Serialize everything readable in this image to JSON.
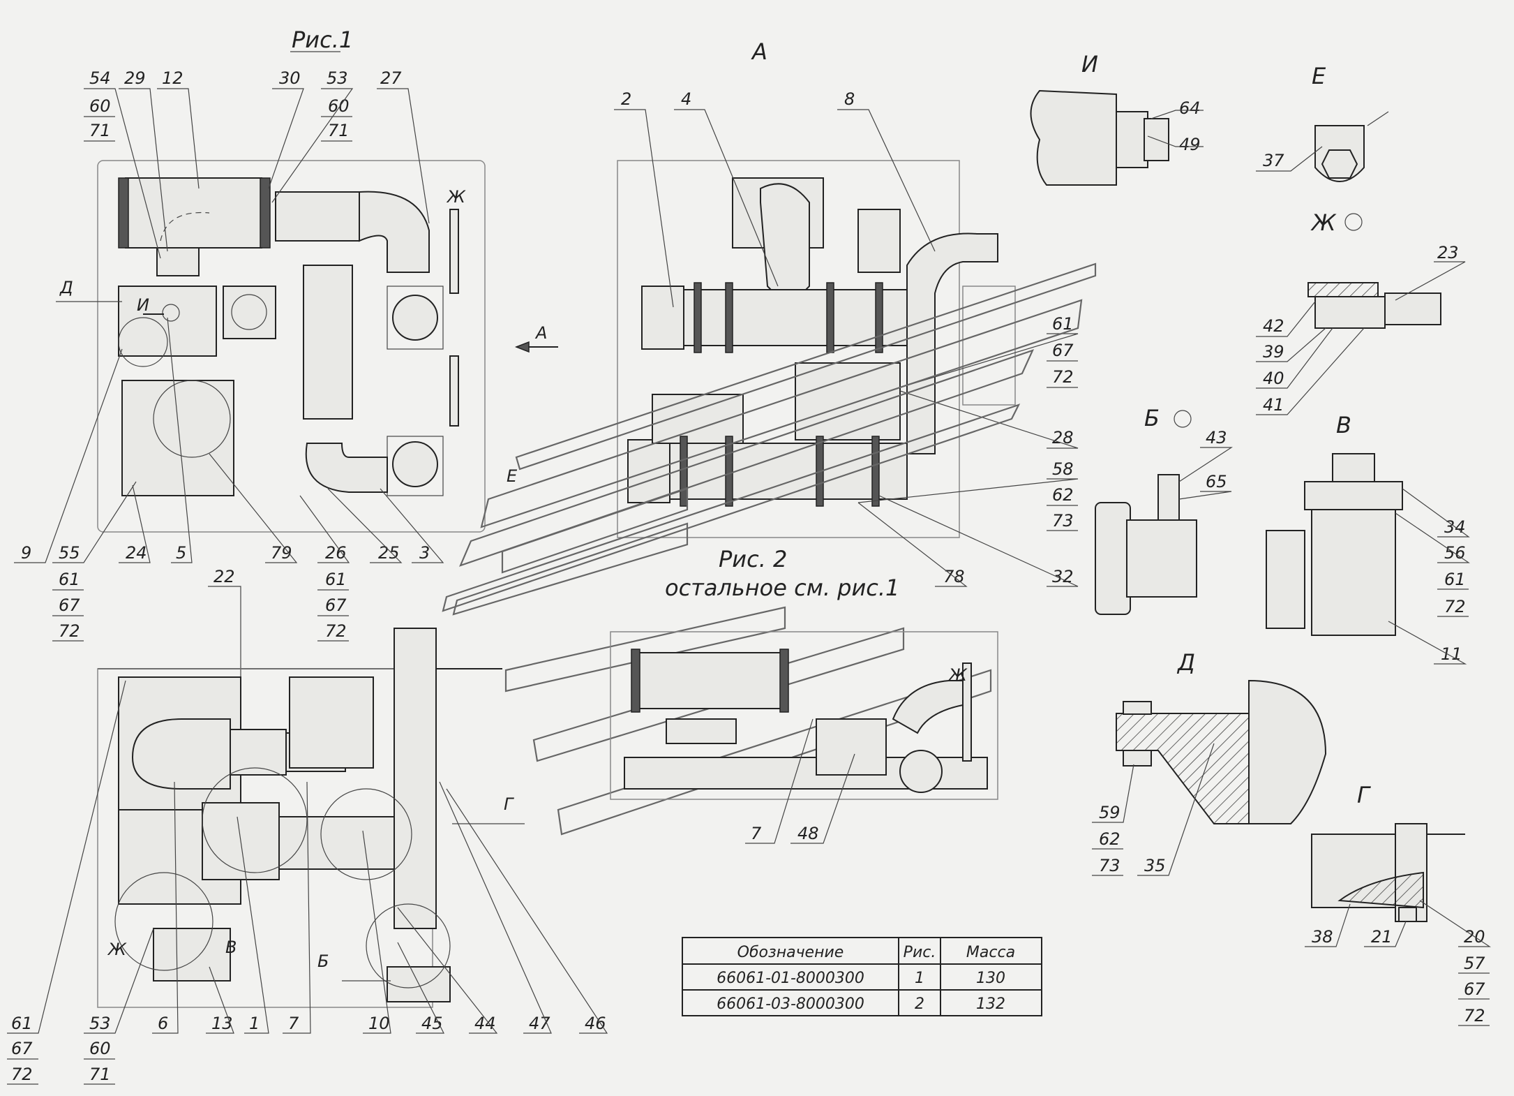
{
  "drawing": {
    "fig1_title": "Рис.1",
    "fig2_title": "Рис. 2",
    "fig2_note": "остальное см. рис.1",
    "view_labels": {
      "A": "А",
      "I": "И",
      "E": "Е",
      "Zh": "Ж",
      "B": "Б",
      "V": "В",
      "D": "Д",
      "G": "Г"
    },
    "arrow_label": "А",
    "view_marks": {
      "fig1_I": "И",
      "fig1_D": "Д",
      "fig1_E": "Е",
      "fig1_Zh": "Ж",
      "fig1_V": "В",
      "fig1_B": "Б",
      "fig1_G": "Г",
      "fig2_Zh": "Ж"
    }
  },
  "callouts": {
    "top_left": {
      "c54": "54",
      "c29": "29",
      "c12": "12",
      "c30": "30",
      "c53a": "53",
      "c27": "27",
      "c60a": "60",
      "c71a": "71",
      "c60b": "60",
      "c71b": "71"
    },
    "left_bottom": {
      "c9": "9",
      "c55": "55",
      "c24": "24",
      "c5": "5",
      "c79": "79",
      "c26": "26",
      "c25": "25",
      "c3": "3",
      "c61a": "61",
      "c67a": "67",
      "c72a": "72",
      "c61b": "61",
      "c67b": "67",
      "c72b": "72",
      "c22": "22"
    },
    "view_a": {
      "c2": "2",
      "c4": "4",
      "c8": "8",
      "c61": "61",
      "c67": "67",
      "c72": "72",
      "c28": "28",
      "c58": "58",
      "c62": "62",
      "c73": "73",
      "c78": "78",
      "c32": "32"
    },
    "fig2": {
      "c7": "7",
      "c48": "48"
    },
    "bottom_view": {
      "c61": "61",
      "c67": "67",
      "c72": "72",
      "c53": "53",
      "c60": "60",
      "c71": "71",
      "c6": "6",
      "c13": "13",
      "c1": "1",
      "c7": "7",
      "c10": "10",
      "c45": "45",
      "c44": "44",
      "c47": "47",
      "c46": "46"
    },
    "detail_i": {
      "c64": "64",
      "c49": "49"
    },
    "detail_e": {
      "c37": "37"
    },
    "detail_zh": {
      "c23": "23",
      "c42": "42",
      "c39": "39",
      "c40": "40",
      "c41": "41"
    },
    "detail_b": {
      "c43": "43",
      "c65": "65"
    },
    "detail_v": {
      "c34": "34",
      "c56": "56",
      "c61": "61",
      "c72": "72",
      "c11": "11"
    },
    "detail_d": {
      "c59": "59",
      "c62": "62",
      "c73": "73",
      "c35": "35"
    },
    "detail_g": {
      "c38": "38",
      "c21": "21",
      "c20": "20",
      "c57": "57",
      "c67": "67",
      "c72": "72"
    }
  },
  "table": {
    "headers": [
      "Обозначение",
      "Рис.",
      "Масса"
    ],
    "rows": [
      [
        "66061-01-8000300",
        "1",
        "130"
      ],
      [
        "66061-03-8000300",
        "2",
        "132"
      ]
    ]
  }
}
